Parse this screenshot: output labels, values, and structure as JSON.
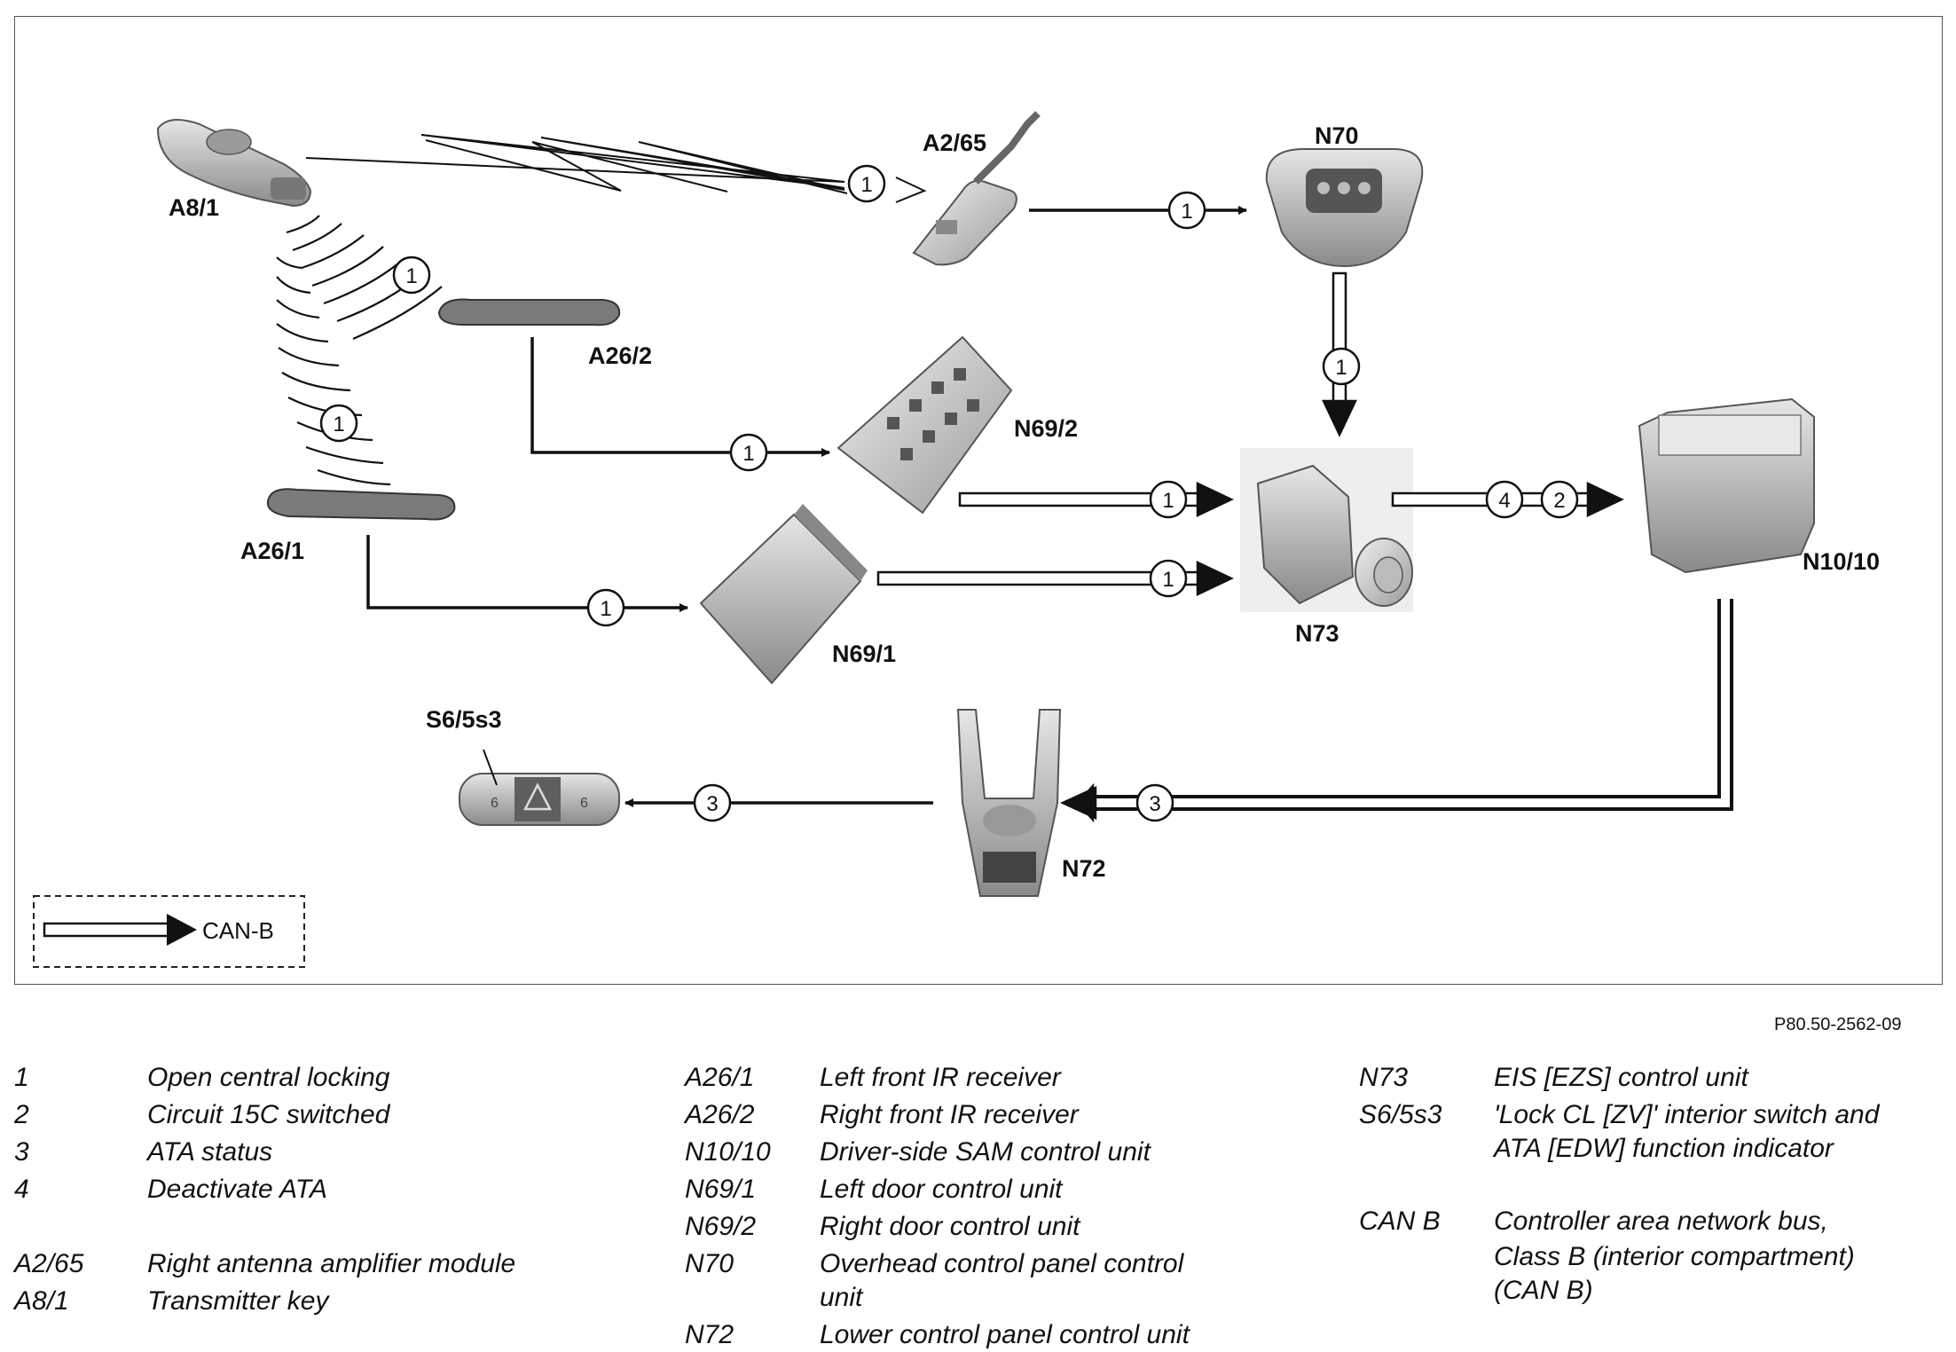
{
  "diagram": {
    "labels": {
      "a8_1": "A8/1",
      "a2_65": "A2/65",
      "n70": "N70",
      "a26_2": "A26/2",
      "n69_2": "N69/2",
      "a26_1": "A26/1",
      "n69_1": "N69/1",
      "n73": "N73",
      "n10_10": "N10/10",
      "s6_5s3": "S6/5s3",
      "n72": "N72"
    },
    "step_numbers": {
      "one": "1",
      "two": "2",
      "three": "3",
      "four": "4"
    },
    "inset_legend": "CAN-B",
    "figure_code": "P80.50-2562-09"
  },
  "legend": {
    "col1": [
      {
        "code": "1",
        "desc": "Open central locking"
      },
      {
        "code": "2",
        "desc": "Circuit 15C switched"
      },
      {
        "code": "3",
        "desc": "ATA status"
      },
      {
        "code": "4",
        "desc": "Deactivate ATA"
      },
      {
        "code": "A2/65",
        "desc": "Right antenna amplifier module"
      },
      {
        "code": "A8/1",
        "desc": "Transmitter key"
      }
    ],
    "col2": [
      {
        "code": "A26/1",
        "desc": "Left front IR receiver"
      },
      {
        "code": "A26/2",
        "desc": "Right front IR receiver"
      },
      {
        "code": "N10/10",
        "desc": "Driver-side SAM control unit"
      },
      {
        "code": "N69/1",
        "desc": "Left door control unit"
      },
      {
        "code": "N69/2",
        "desc": "Right door control unit"
      },
      {
        "code": "N70",
        "desc": "Overhead control panel control",
        "desc2": "unit"
      },
      {
        "code": "N72",
        "desc": "Lower control panel control unit"
      }
    ],
    "col3": [
      {
        "code": "N73",
        "desc": "EIS [EZS] control unit"
      },
      {
        "code": "S6/5s3",
        "desc": "'Lock CL [ZV]' interior switch and",
        "desc2": "ATA [EDW] function indicator"
      },
      {
        "code": "CAN B",
        "desc": "Controller area network bus,",
        "desc2": "Class B (interior compartment)",
        "desc3": "(CAN B)"
      }
    ]
  },
  "colors": {
    "line": "#111111",
    "component_fill": "#c9c9c9",
    "component_dark": "#6e6e6e",
    "frame": "#555555"
  }
}
